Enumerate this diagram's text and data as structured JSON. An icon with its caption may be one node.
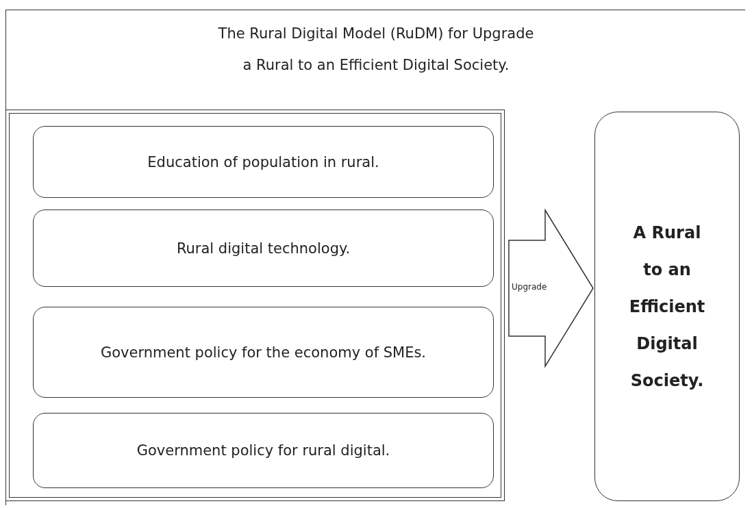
{
  "diagram": {
    "title": "The Rural Digital Model (RuDM) for Upgrade a Rural to an Efficient Digital Society.",
    "nodes": [
      {
        "text": [],
        "shape": "box"
      },
      {
        "text": [
          "Education of population in rural."
        ],
        "in": 0
      },
      {
        "text": [
          "Rural digital technology."
        ],
        "in": 0
      },
      {
        "text": [
          "Government policy for the economy of SMEs."
        ],
        "in": 0
      },
      {
        "text": [
          "Government policy for rural digital."
        ],
        "in": 0
      },
      {
        "text": [
          "A Rural to an Efficient Digital Society."
        ]
      }
    ],
    "edges": [
      {
        "from": 0,
        "to": 5,
        "arrow": "to",
        "label": "Upgrade",
        "style": "thick"
      }
    ]
  }
}
